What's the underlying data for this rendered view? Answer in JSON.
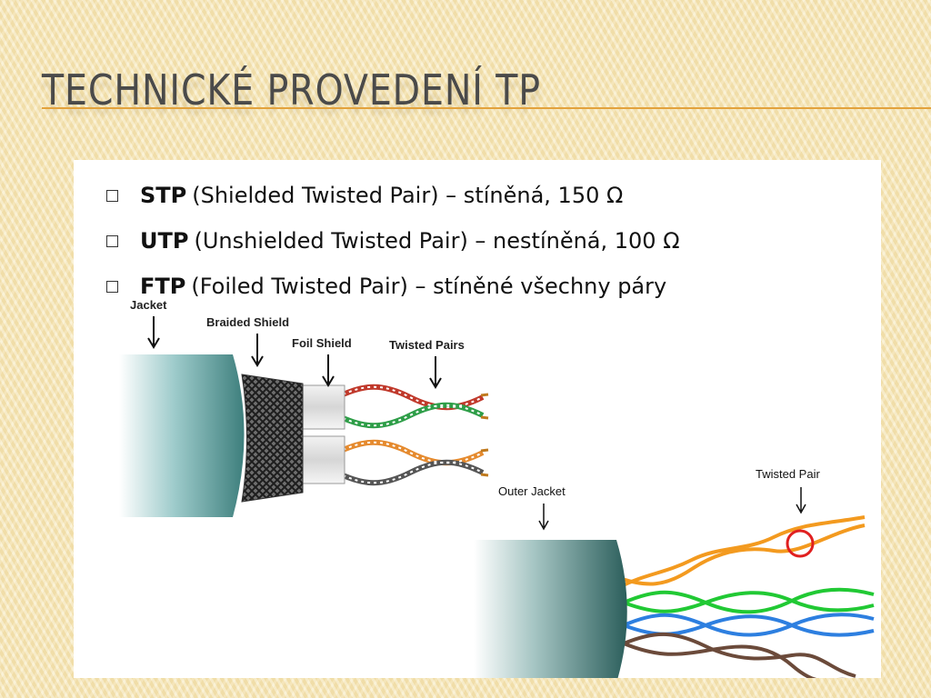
{
  "slide": {
    "title": "TECHNICKÉ PROVEDENÍ TP"
  },
  "bullets": [
    {
      "term": "STP",
      "text": "(Shielded Twisted Pair) – stíněná, 150 Ω"
    },
    {
      "term": "UTP",
      "text": "(Unshielded Twisted Pair) – nestíněná, 100 Ω"
    },
    {
      "term": "FTP",
      "text": "(Foiled Twisted Pair) – stíněné všechny páry"
    }
  ],
  "stp_figure": {
    "labels": {
      "jacket": "Jacket",
      "braided_shield": "Braided Shield",
      "foil_shield": "Foil Shield",
      "twisted_pairs": "Twisted Pairs"
    },
    "colors": {
      "jacket": "#5e9a98",
      "pair_1": "#c0392b",
      "pair_2": "#2e9e48",
      "pair_3": "#e58a2e",
      "pair_4": "#555555"
    }
  },
  "utp_figure": {
    "labels": {
      "outer_jacket": "Outer Jacket",
      "twisted_pair": "Twisted Pair"
    },
    "colors": {
      "jacket": "#2f6e6a",
      "pair_orange": "#f39a1f",
      "pair_green": "#21c934",
      "pair_blue": "#2d7fe0",
      "pair_brown": "#6b4a3a",
      "highlight": "#e02020"
    }
  }
}
